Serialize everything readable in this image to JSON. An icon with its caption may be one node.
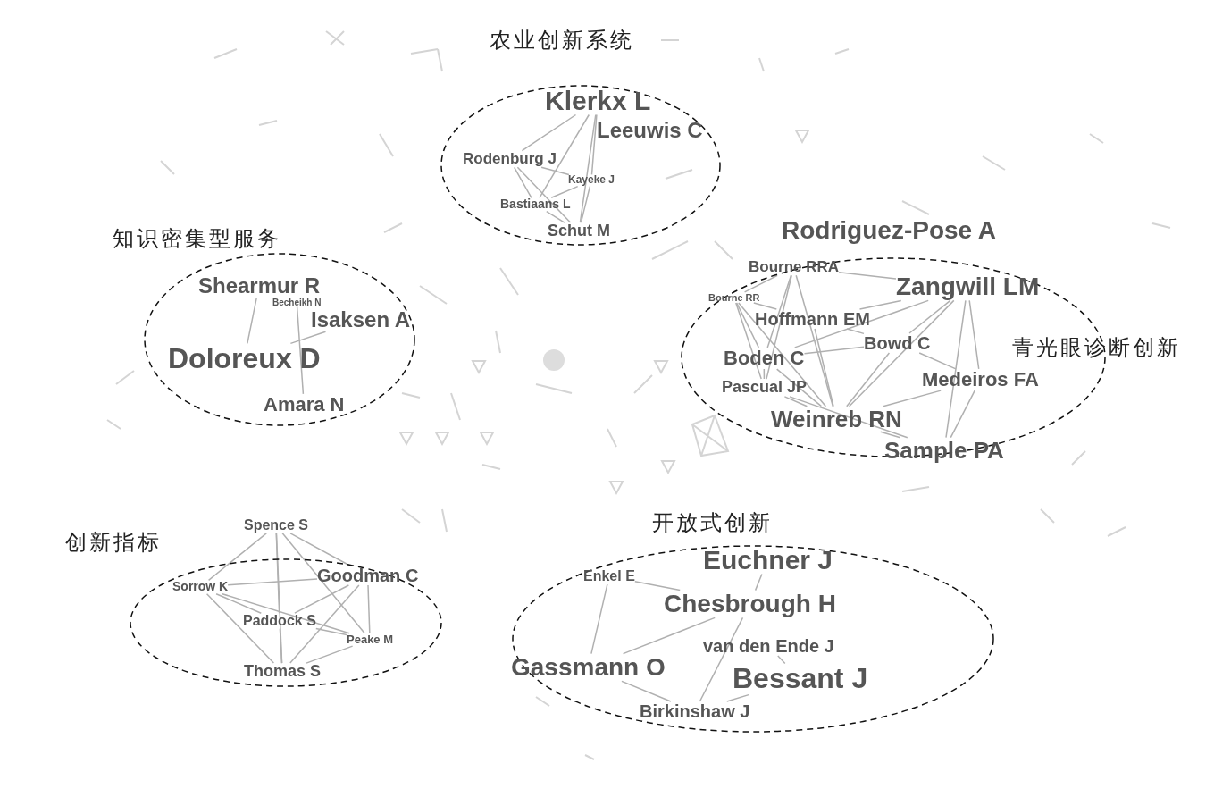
{
  "diagram": {
    "nodes": [
      {
        "text": [
          "农业创新系统"
        ]
      },
      {
        "text": [
          "Klerkx L"
        ],
        "in": 0
      },
      {
        "text": [
          "Leeuwis C"
        ],
        "in": 0
      },
      {
        "text": [
          "Rodenburg J"
        ],
        "in": 0
      },
      {
        "text": [
          "Kayeke J"
        ],
        "in": 0
      },
      {
        "text": [
          "Bastiaans L"
        ],
        "in": 0
      },
      {
        "text": [
          "Schut M"
        ],
        "in": 0
      },
      {
        "text": [
          "知识密集型服务"
        ]
      },
      {
        "text": [
          "Shearmur R"
        ],
        "in": 7
      },
      {
        "text": [
          "Becheikh N"
        ],
        "in": 7
      },
      {
        "text": [
          "Isaksen A"
        ],
        "in": 7
      },
      {
        "text": [
          "Doloreux D"
        ],
        "in": 7
      },
      {
        "text": [
          "Amara N"
        ],
        "in": 7
      },
      {
        "text": [
          "Rodriguez-Pose A"
        ]
      },
      {
        "text": [
          "青光眼诊断创新"
        ]
      },
      {
        "text": [
          "Bourne RRA"
        ],
        "in": 14
      },
      {
        "text": [
          "Bourne RR"
        ],
        "in": 14
      },
      {
        "text": [
          "Zangwill LM"
        ],
        "in": 14
      },
      {
        "text": [
          "Hoffmann EM"
        ],
        "in": 14
      },
      {
        "text": [
          "Bowd C"
        ],
        "in": 14
      },
      {
        "text": [
          "Boden C"
        ],
        "in": 14
      },
      {
        "text": [
          "Pascual JP"
        ],
        "in": 14
      },
      {
        "text": [
          "Medeiros FA"
        ],
        "in": 14
      },
      {
        "text": [
          "Weinreb RN"
        ],
        "in": 14
      },
      {
        "text": [
          "Sample PA"
        ]
      },
      {
        "text": [
          "Spence S"
        ]
      },
      {
        "text": [
          "创新指标"
        ]
      },
      {
        "text": [
          "Sorrow K"
        ],
        "in": 26
      },
      {
        "text": [
          "Goodman C"
        ],
        "in": 26
      },
      {
        "text": [
          "Paddock S"
        ],
        "in": 26
      },
      {
        "text": [
          "Peake M"
        ],
        "in": 26
      },
      {
        "text": [
          "Thomas S"
        ],
        "in": 26
      },
      {
        "text": [
          "开放式创新"
        ]
      },
      {
        "text": [
          "Euchner J"
        ],
        "in": 32
      },
      {
        "text": [
          "Enkel E"
        ],
        "in": 32
      },
      {
        "text": [
          "Chesbrough H"
        ],
        "in": 32
      },
      {
        "text": [
          "van den Ende J"
        ],
        "in": 32
      },
      {
        "text": [
          "Gassmann O"
        ],
        "in": 32
      },
      {
        "text": [
          "Bessant J"
        ],
        "in": 32
      },
      {
        "text": [
          "Birkinshaw J"
        ],
        "in": 32
      }
    ],
    "edges": [
      {
        "from": 1,
        "to": 3,
        "arrow": "none"
      },
      {
        "from": 1,
        "to": 4,
        "arrow": "none"
      },
      {
        "from": 1,
        "to": 5,
        "arrow": "none"
      },
      {
        "from": 1,
        "to": 6,
        "arrow": "none"
      },
      {
        "from": 3,
        "to": 4,
        "arrow": "none"
      },
      {
        "from": 3,
        "to": 5,
        "arrow": "none"
      },
      {
        "from": 3,
        "to": 6,
        "arrow": "none"
      },
      {
        "from": 5,
        "to": 6,
        "arrow": "none"
      },
      {
        "from": 4,
        "to": 6,
        "arrow": "none"
      },
      {
        "from": 4,
        "to": 5,
        "arrow": "none"
      },
      {
        "from": 8,
        "to": 11,
        "arrow": "none"
      },
      {
        "from": 9,
        "to": 12,
        "arrow": "none"
      },
      {
        "from": 11,
        "to": 10,
        "arrow": "none"
      },
      {
        "from": 15,
        "to": 16,
        "arrow": "none"
      },
      {
        "from": 15,
        "to": 17,
        "arrow": "none"
      },
      {
        "from": 15,
        "to": 20,
        "arrow": "none"
      },
      {
        "from": 15,
        "to": 21,
        "arrow": "none"
      },
      {
        "from": 15,
        "to": 23,
        "arrow": "none"
      },
      {
        "from": 16,
        "to": 18,
        "arrow": "none"
      },
      {
        "from": 16,
        "to": 20,
        "arrow": "none"
      },
      {
        "from": 16,
        "to": 21,
        "arrow": "none"
      },
      {
        "from": 16,
        "to": 23,
        "arrow": "none"
      },
      {
        "from": 17,
        "to": 18,
        "arrow": "none"
      },
      {
        "from": 17,
        "to": 19,
        "arrow": "none"
      },
      {
        "from": 17,
        "to": 20,
        "arrow": "none"
      },
      {
        "from": 17,
        "to": 22,
        "arrow": "none"
      },
      {
        "from": 17,
        "to": 23,
        "arrow": "none"
      },
      {
        "from": 17,
        "to": 24,
        "arrow": "none"
      },
      {
        "from": 18,
        "to": 19,
        "arrow": "none"
      },
      {
        "from": 18,
        "to": 23,
        "arrow": "none"
      },
      {
        "from": 19,
        "to": 20,
        "arrow": "none"
      },
      {
        "from": 19,
        "to": 22,
        "arrow": "none"
      },
      {
        "from": 19,
        "to": 23,
        "arrow": "none"
      },
      {
        "from": 20,
        "to": 21,
        "arrow": "none"
      },
      {
        "from": 20,
        "to": 23,
        "arrow": "none"
      },
      {
        "from": 21,
        "to": 23,
        "arrow": "none"
      },
      {
        "from": 22,
        "to": 23,
        "arrow": "none"
      },
      {
        "from": 22,
        "to": 24,
        "arrow": "none"
      },
      {
        "from": 23,
        "to": 24,
        "arrow": "none"
      },
      {
        "from": 21,
        "to": 24,
        "arrow": "none"
      },
      {
        "from": 25,
        "to": 27,
        "arrow": "none"
      },
      {
        "from": 25,
        "to": 28,
        "arrow": "none"
      },
      {
        "from": 25,
        "to": 29,
        "arrow": "none"
      },
      {
        "from": 25,
        "to": 30,
        "arrow": "none"
      },
      {
        "from": 25,
        "to": 31,
        "arrow": "none"
      },
      {
        "from": 27,
        "to": 28,
        "arrow": "none"
      },
      {
        "from": 27,
        "to": 29,
        "arrow": "none"
      },
      {
        "from": 27,
        "to": 30,
        "arrow": "none"
      },
      {
        "from": 27,
        "to": 31,
        "arrow": "none"
      },
      {
        "from": 28,
        "to": 29,
        "arrow": "none"
      },
      {
        "from": 28,
        "to": 30,
        "arrow": "none"
      },
      {
        "from": 28,
        "to": 31,
        "arrow": "none"
      },
      {
        "from": 29,
        "to": 30,
        "arrow": "none"
      },
      {
        "from": 29,
        "to": 31,
        "arrow": "none"
      },
      {
        "from": 30,
        "to": 31,
        "arrow": "none"
      },
      {
        "from": 34,
        "to": 37,
        "arrow": "none"
      },
      {
        "from": 34,
        "to": 35,
        "arrow": "none"
      },
      {
        "from": 35,
        "to": 33,
        "arrow": "none"
      },
      {
        "from": 35,
        "to": 37,
        "arrow": "none"
      },
      {
        "from": 35,
        "to": 39,
        "arrow": "none"
      },
      {
        "from": 38,
        "to": 39,
        "arrow": "none"
      },
      {
        "from": 38,
        "to": 36,
        "arrow": "none"
      },
      {
        "from": 37,
        "to": 39,
        "arrow": "none"
      }
    ]
  }
}
